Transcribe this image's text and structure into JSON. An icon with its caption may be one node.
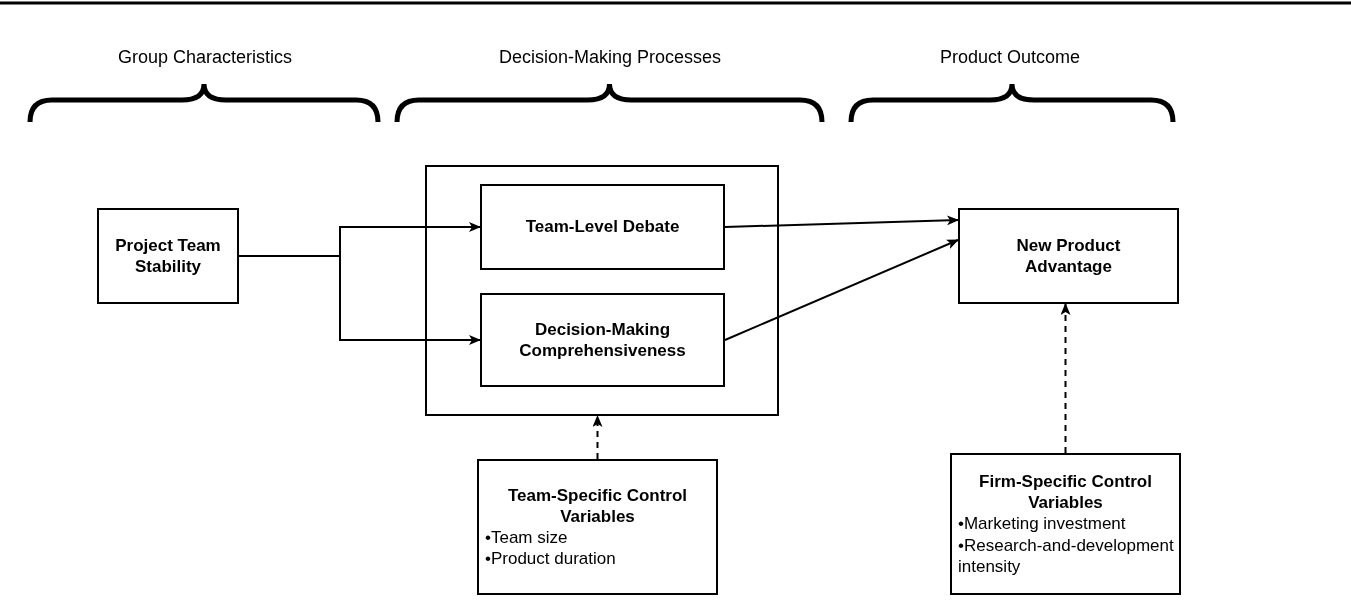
{
  "diagram": {
    "nodes": [
      {
        "text": [
          "Project Team Stability"
        ]
      },
      {
        "text": [],
        "shape": "box"
      },
      {
        "text": [
          "Team-Level Debate"
        ],
        "in": 1
      },
      {
        "text": [
          "Decision-Making Comprehensiveness"
        ],
        "in": 1
      },
      {
        "text": [
          "New Product Advantage"
        ]
      },
      {
        "text": [
          "Team-Specific Control Variables",
          "•Team size",
          "•Product duration"
        ]
      },
      {
        "text": [
          "Firm-Specific Control Variables",
          "•Marketing investment",
          "•Research-and-development intensity"
        ]
      }
    ],
    "edges": [
      {
        "from": 0,
        "to": 2,
        "arrow": "to"
      },
      {
        "from": 0,
        "to": 3,
        "arrow": "to"
      },
      {
        "from": 2,
        "to": 4,
        "arrow": "to"
      },
      {
        "from": 3,
        "to": 4,
        "arrow": "to"
      },
      {
        "from": 5,
        "to": 1,
        "arrow": "to",
        "style": "dashed"
      },
      {
        "from": 6,
        "to": 4,
        "arrow": "to",
        "style": "dashed"
      }
    ],
    "labels": [
      "Group Characteristics",
      "Decision-Making Processes",
      "Product Outcome"
    ]
  }
}
